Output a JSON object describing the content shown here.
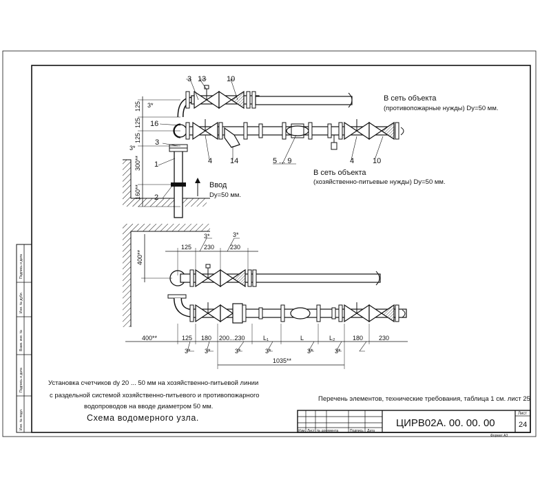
{
  "side_stamp": [
    "Инв. № подл.",
    "Подпись и дата",
    "Взам. инв. №",
    "Инв. № дубл.",
    "Подпись и дата"
  ],
  "title_block": {
    "code": "ЦИРВ02А. 00. 00. 00",
    "sheet_label": "Лист",
    "sheet_number": "24",
    "columns": [
      "Изм.",
      "Лист",
      "№ документа",
      "Подпись",
      "Дата"
    ],
    "format_note": "Формат А3"
  },
  "top_scheme": {
    "part_numbers": {
      "p3_top": "3",
      "p13": "13",
      "p10_top": "10",
      "p16": "16",
      "p3_mid": "3",
      "p1": "1",
      "p2": "2",
      "p4": "4",
      "p14": "14",
      "p5_9": "5 ... 9",
      "p4_right": "4",
      "p10_right": "10"
    },
    "vertical_dims": {
      "d125a": "125",
      "d125b": "125",
      "d125c": "125",
      "d300": "300**",
      "d160": "160**"
    },
    "angle_marks": {
      "a1": "3*",
      "a2": "3*"
    },
    "outlet_fire": {
      "line1": "В сеть объекта",
      "line2": "(противопожарные нужды) Dy=50 мм."
    },
    "outlet_drinking": {
      "line1": "В сеть объекта",
      "line2": "(хозяйственно-питьевые нужды) Dy=50 мм."
    },
    "inlet": {
      "line1": "Ввод",
      "line2": "Dy=50 мм."
    }
  },
  "bottom_scheme": {
    "top_dims": {
      "d125": "125",
      "d230a": "230",
      "d230b": "230",
      "a1": "3*",
      "a2": "3*"
    },
    "vertical_dim": "400**",
    "bottom_dims": {
      "d400": "400**",
      "d125": "125",
      "d180a": "180",
      "d200": "200...230",
      "L1": "L₁",
      "L": "L",
      "L2": "L₂",
      "d180b": "180",
      "d230": "230"
    },
    "bottom_angles": [
      "3*",
      "3*",
      "3*",
      "3*",
      "3*",
      "3*"
    ],
    "overall": "1035**"
  },
  "notes": {
    "line1": "Установка счетчиков dy 20 ... 50 мм  на хозяйственно-питьевой линии",
    "line2": "с раздельной  системой хозяйственно-питьевого и противопожарного",
    "line3": "водопроводов на вводе диаметром 50 мм.",
    "heading": "Схема водомерного узла.",
    "reference": "Перечень элементов, технические требования, таблица 1 см. лист 25"
  }
}
